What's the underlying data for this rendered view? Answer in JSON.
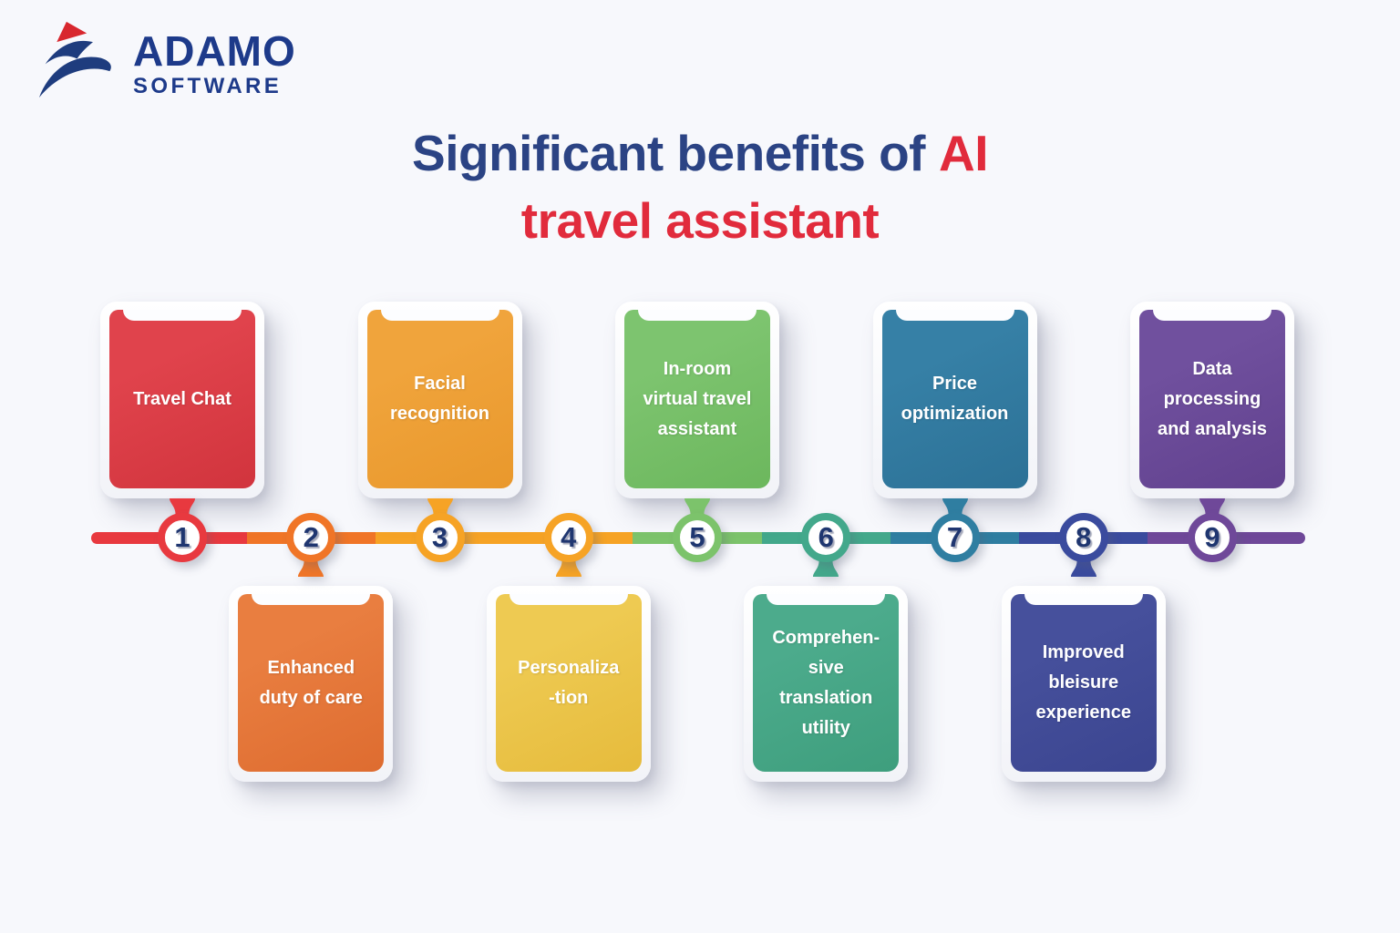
{
  "background_color": "#f7f8fc",
  "brand": {
    "name": "ADAMO",
    "subtitle": "SOFTWARE",
    "text_color": "#1d3a8a",
    "flag_color": "#d8272e"
  },
  "title": {
    "line1": "Significant benefits of",
    "line1_accent": "AI",
    "line2": "travel assistant",
    "navy": "#2b4384",
    "red": "#e12b3c"
  },
  "number_color": "#1f3670",
  "timeline": {
    "items": [
      {
        "number": "1",
        "label": "Travel Chat",
        "position": "top",
        "accent": "#e8393f",
        "card_color": "#e0434c",
        "card_color_dark": "#d1343d"
      },
      {
        "number": "2",
        "label": "Enhanced\nduty of care",
        "position": "bottom",
        "accent": "#f07527",
        "card_color": "#e97e40",
        "card_color_dark": "#de6c30"
      },
      {
        "number": "3",
        "label": "Facial\nrecognition",
        "position": "top",
        "accent": "#f6a325",
        "card_color": "#f0a43c",
        "card_color_dark": "#e9982c"
      },
      {
        "number": "4",
        "label": "Personaliza\n-tion",
        "position": "bottom",
        "accent": "#f6a325",
        "card_color": "#eeca52",
        "card_color_dark": "#e6bb3c"
      },
      {
        "number": "5",
        "label": "In-room\nvirtual travel\nassistant",
        "position": "top",
        "accent": "#7cc36b",
        "card_color": "#7dc46f",
        "card_color_dark": "#6cb75d"
      },
      {
        "number": "6",
        "label": "Comprehen-\nsive\ntranslation\nutility",
        "position": "bottom",
        "accent": "#43a88b",
        "card_color": "#4cab8c",
        "card_color_dark": "#3e9e7d"
      },
      {
        "number": "7",
        "label": "Price\noptimization",
        "position": "top",
        "accent": "#2f7ea1",
        "card_color": "#3680a6",
        "card_color_dark": "#2c7196"
      },
      {
        "number": "8",
        "label": "Improved\nbleisure\nexperience",
        "position": "bottom",
        "accent": "#3a4b9e",
        "card_color": "#46509c",
        "card_color_dark": "#3b4590"
      },
      {
        "number": "9",
        "label": "Data\nprocessing\nand analysis",
        "position": "top",
        "accent": "#6f4899",
        "card_color": "#70509e",
        "card_color_dark": "#61418e"
      }
    ]
  }
}
